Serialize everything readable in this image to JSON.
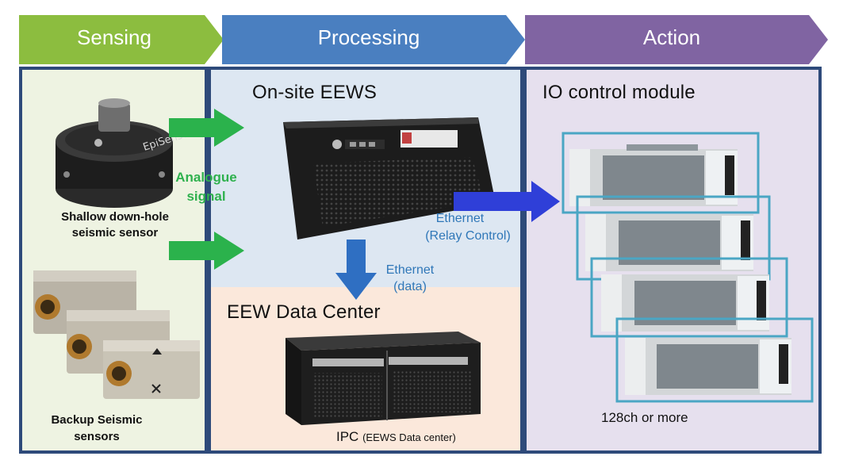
{
  "stages": [
    {
      "label": "Sensing",
      "color": "#8cbd3f"
    },
    {
      "label": "Processing",
      "color": "#4a7fc0"
    },
    {
      "label": "Action",
      "color": "#8064a2"
    }
  ],
  "sensing": {
    "sensor1_caption_line1": "Shallow down-hole",
    "sensor1_caption_line2": "seismic sensor",
    "sensor1_brand": "EpiSensor",
    "sensor2_caption_line1": "Backup Seismic",
    "sensor2_caption_line2": "sensors",
    "signal_label_line1": "Analogue",
    "signal_label_line2": "signal"
  },
  "processing": {
    "onsite_title": "On-site EEWS",
    "datacenter_title": "EEW Data Center",
    "ethernet_data_line1": "Ethernet",
    "ethernet_data_line2": "(data)",
    "ipc_label_main": "IPC",
    "ipc_label_sub": "(EEWS Data center)"
  },
  "links": {
    "ethernet_relay_line1": "Ethernet",
    "ethernet_relay_line2": "(Relay Control)"
  },
  "action": {
    "title": "IO control module",
    "channels_label": "128ch or more",
    "module_count": 4
  },
  "colors": {
    "border": "#2e4a7a",
    "sensing_bg": "#eef3e2",
    "processing_top_bg": "#dde7f2",
    "processing_bottom_bg": "#fbe8db",
    "action_bg": "#e6e0ee",
    "green_arrow": "#2bb24c",
    "blue_arrow": "#2f3fd8",
    "blue_down_arrow": "#2f6fc2",
    "module_frame": "#4aa6c4"
  }
}
